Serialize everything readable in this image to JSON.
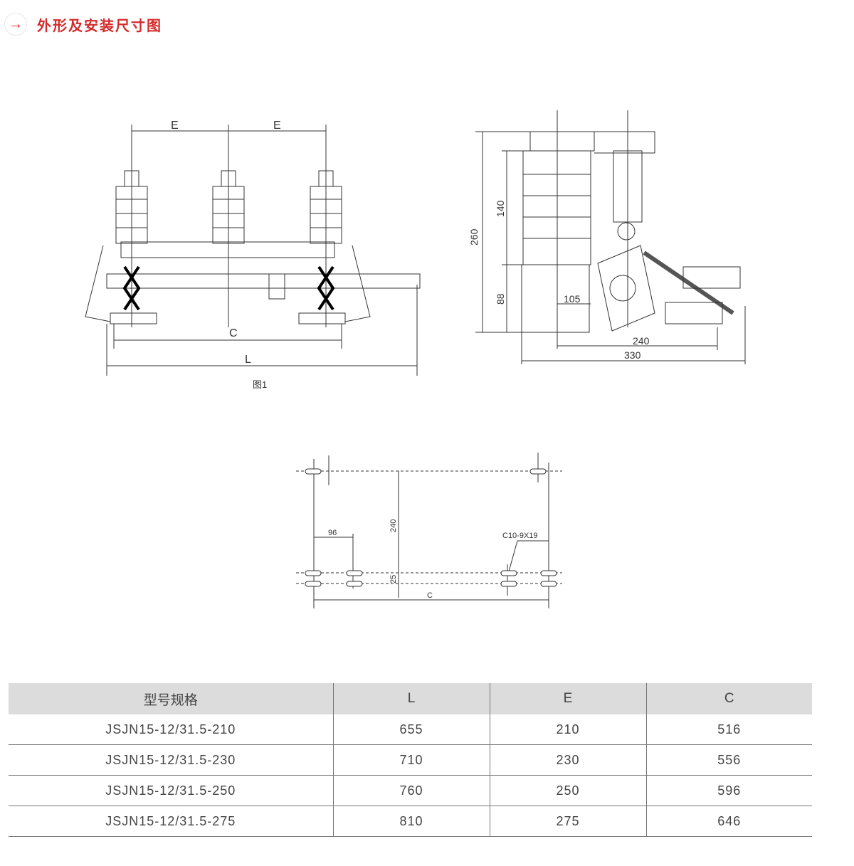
{
  "header": {
    "icon": "arrow-right-icon",
    "title": "外形及安装尺寸图"
  },
  "figure1": {
    "front": {
      "E1": "E",
      "E2": "E",
      "C": "C",
      "L": "L",
      "caption": "图1"
    },
    "side": {
      "d260": "260",
      "d140": "140",
      "d88": "88",
      "d105": "105",
      "d240": "240",
      "d330": "330"
    }
  },
  "mounting": {
    "d96": "96",
    "d240": "240",
    "d25": "25",
    "C": "C",
    "hole": "C10-9X19"
  },
  "table": {
    "headers": [
      "型号规格",
      "L",
      "E",
      "C"
    ],
    "rows": [
      [
        "JSJN15-12/31.5-210",
        "655",
        "210",
        "516"
      ],
      [
        "JSJN15-12/31.5-230",
        "710",
        "230",
        "556"
      ],
      [
        "JSJN15-12/31.5-250",
        "760",
        "250",
        "596"
      ],
      [
        "JSJN15-12/31.5-275",
        "810",
        "275",
        "646"
      ]
    ]
  }
}
